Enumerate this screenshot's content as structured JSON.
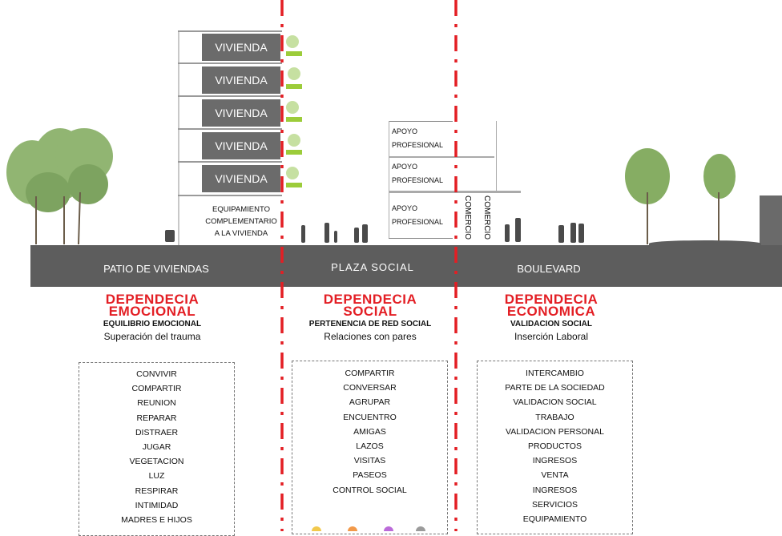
{
  "building": {
    "floors": [
      "VIVIENDA",
      "VIVIENDA",
      "VIVIENDA",
      "VIVIENDA",
      "VIVIENDA"
    ],
    "ground_floor": [
      "EQUIPAMIENTO",
      "COMPLEMENTARIO",
      "A  LA VIVIENDA"
    ]
  },
  "plaza_building": {
    "levels": [
      [
        "APOYO",
        "PROFESIONAL"
      ],
      [
        "APOYO",
        "PROFESIONAL"
      ],
      [
        "APOYO",
        "PROFESIONAL"
      ]
    ],
    "comercio": [
      "COMERCIO",
      "COMERCIO"
    ]
  },
  "zones": [
    "PATIO DE VIVIENDAS",
    "PLAZA SOCIAL",
    "BOULEVARD"
  ],
  "columns": [
    {
      "heading": [
        "DEPENDECIA",
        "EMOCIONAL"
      ],
      "subtitle": "EQUILIBRIO EMOCIONAL",
      "subtitle2": "Superación del trauma",
      "items": [
        "CONVIVIR",
        "COMPARTIR",
        "REUNION",
        "REPARAR",
        "DISTRAER",
        "JUGAR",
        "VEGETACION",
        "LUZ",
        "RESPIRAR",
        "INTIMIDAD",
        "MADRES E HIJOS"
      ]
    },
    {
      "heading": [
        "DEPENDECIA",
        "SOCIAL"
      ],
      "subtitle": "PERTENENCIA DE RED SOCIAL",
      "subtitle2": "Relaciones con pares",
      "items": [
        "COMPARTIR",
        "CONVERSAR",
        "AGRUPAR",
        "ENCUENTRO",
        "AMIGAS",
        "LAZOS",
        "VISITAS",
        "PASEOS",
        "CONTROL SOCIAL"
      ]
    },
    {
      "heading": [
        "DEPENDECIA",
        "ECONOMICA"
      ],
      "subtitle": "VALIDACION SOCIAL",
      "subtitle2": "Inserción Laboral",
      "items": [
        "INTERCAMBIO",
        "PARTE DE LA SOCIEDAD",
        "VALIDACION SOCIAL",
        "TRABAJO",
        "VALIDACION PERSONAL",
        "PRODUCTOS",
        "INGRESOS",
        "VENTA",
        "INGRESOS",
        "SERVICIOS",
        "EQUIPAMIENTO"
      ]
    }
  ],
  "colors": {
    "accent": "#e31e24",
    "ground": "#5d5d5d",
    "vivienda": "#6b6b6b",
    "tree": "#7ea85a"
  }
}
